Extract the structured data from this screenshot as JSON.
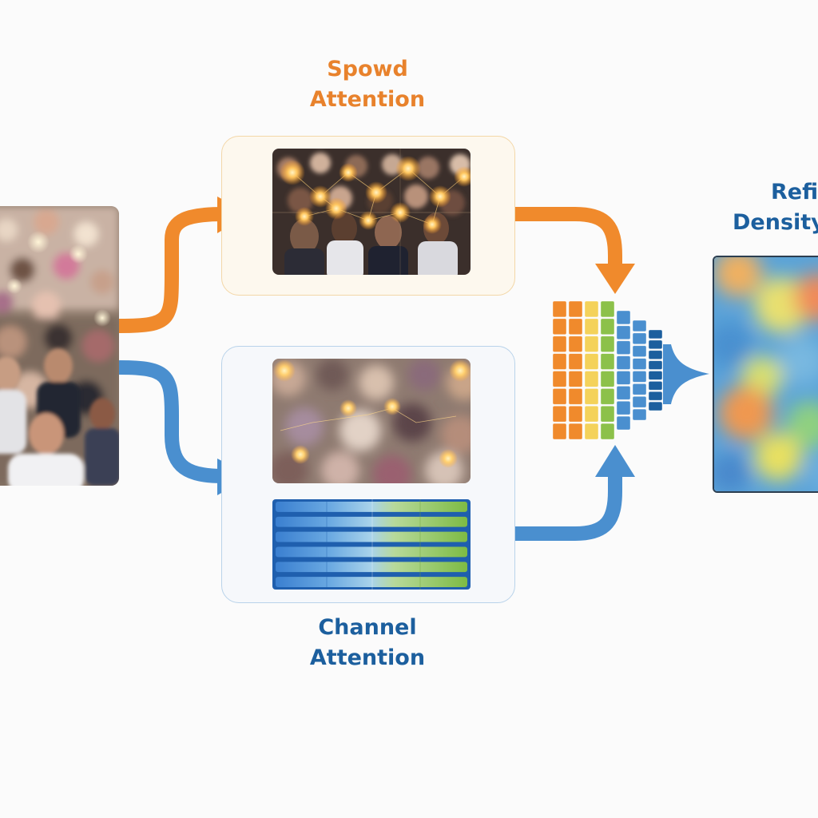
{
  "labels": {
    "spatial_line1": "Spowd",
    "spatial_line2": "Attention",
    "channel_line1": "Channel",
    "channel_line2": "Attention",
    "refined_line1": "Refi",
    "refined_line2": "Density"
  },
  "colors": {
    "orange": "#f08a2c",
    "blue": "#4a8fcf",
    "dark_blue": "#1c5f9e",
    "green": "#8cc14a",
    "yellow": "#f4d25a"
  },
  "channel_bar_rows": 6,
  "fusion_columns": [
    "orange",
    "orange",
    "yellow",
    "green",
    "blue",
    "blue",
    "dark_blue"
  ]
}
